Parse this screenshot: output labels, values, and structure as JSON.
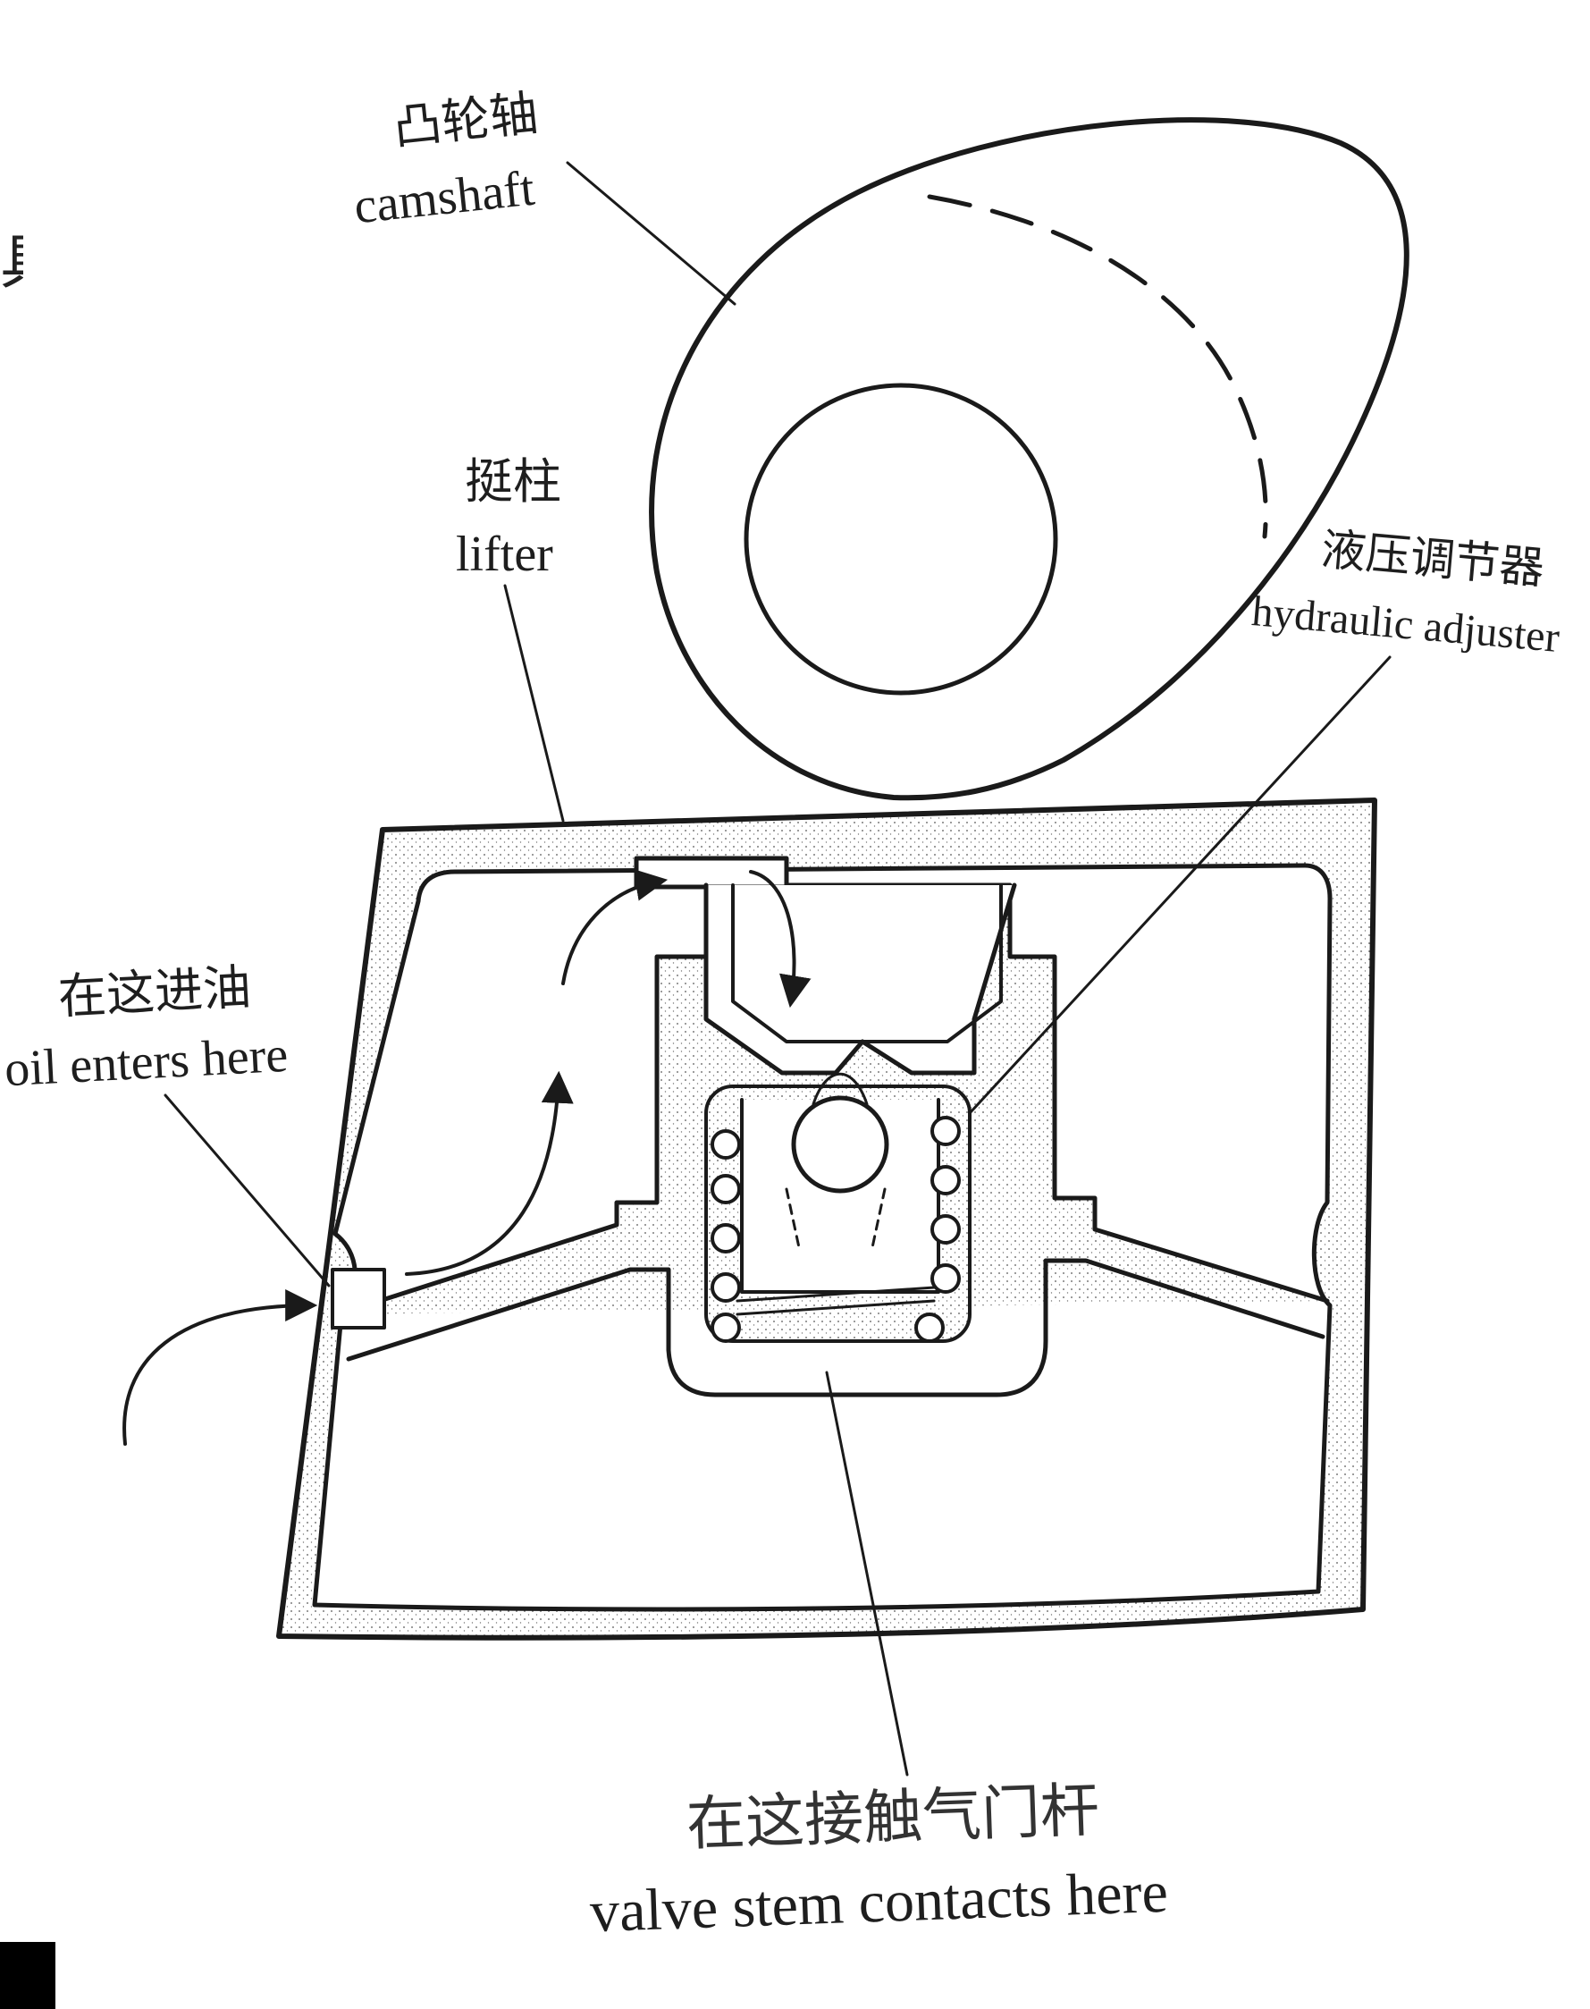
{
  "labels": {
    "camshaft": {
      "zh": "凸轮轴",
      "en": "camshaft"
    },
    "lifter": {
      "zh": "挺柱",
      "en": "lifter"
    },
    "hydraulic_adjuster": {
      "zh": "液压调节器",
      "en": "hydraulic adjuster"
    },
    "oil_inlet": {
      "zh": "在这进油",
      "en": "oil enters here"
    },
    "valve_stem": {
      "zh": "在这接触气门杆",
      "en": "valve stem contacts here"
    }
  },
  "margin_glyph": "具",
  "colors": {
    "ink": "#1a1a1a",
    "paper": "#ffffff"
  }
}
